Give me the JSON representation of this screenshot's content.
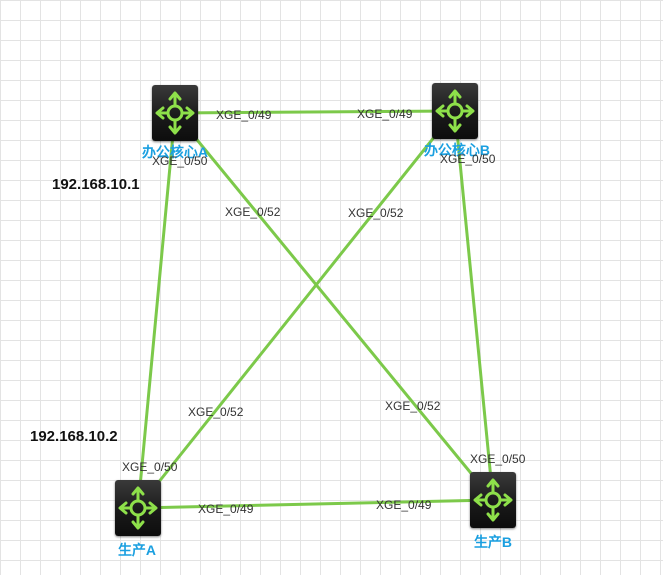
{
  "colors": {
    "link": "#7cc94a",
    "device_icon": "#8ee04a",
    "device_label": "#1a9fe0"
  },
  "devices": [
    {
      "id": "officeA",
      "label": "办公核心A",
      "icon": "l3-switch-icon"
    },
    {
      "id": "officeB",
      "label": "办公核心B",
      "icon": "l3-switch-icon"
    },
    {
      "id": "prodA",
      "label": "生产A",
      "icon": "l3-switch-icon"
    },
    {
      "id": "prodB",
      "label": "生产B",
      "icon": "l3-switch-icon"
    }
  ],
  "links": [
    {
      "from": "officeA",
      "to": "officeB",
      "from_port": "XGE_0/49",
      "to_port": "XGE_0/49"
    },
    {
      "from": "officeA",
      "to": "prodA",
      "from_port": "XGE_0/50",
      "to_port": "XGE_0/50"
    },
    {
      "from": "officeB",
      "to": "prodB",
      "from_port": "XGE_0/50",
      "to_port": "XGE_0/50"
    },
    {
      "from": "officeA",
      "to": "prodB",
      "from_port": "XGE_0/52",
      "to_port": "XGE_0/52"
    },
    {
      "from": "officeB",
      "to": "prodA",
      "from_port": "XGE_0/52",
      "to_port": "XGE_0/52"
    },
    {
      "from": "prodA",
      "to": "prodB",
      "from_port": "XGE_0/49",
      "to_port": "XGE_0/49"
    }
  ],
  "ip_labels": {
    "officeA": "192.168.10.1",
    "prodA": "192.168.10.2"
  }
}
